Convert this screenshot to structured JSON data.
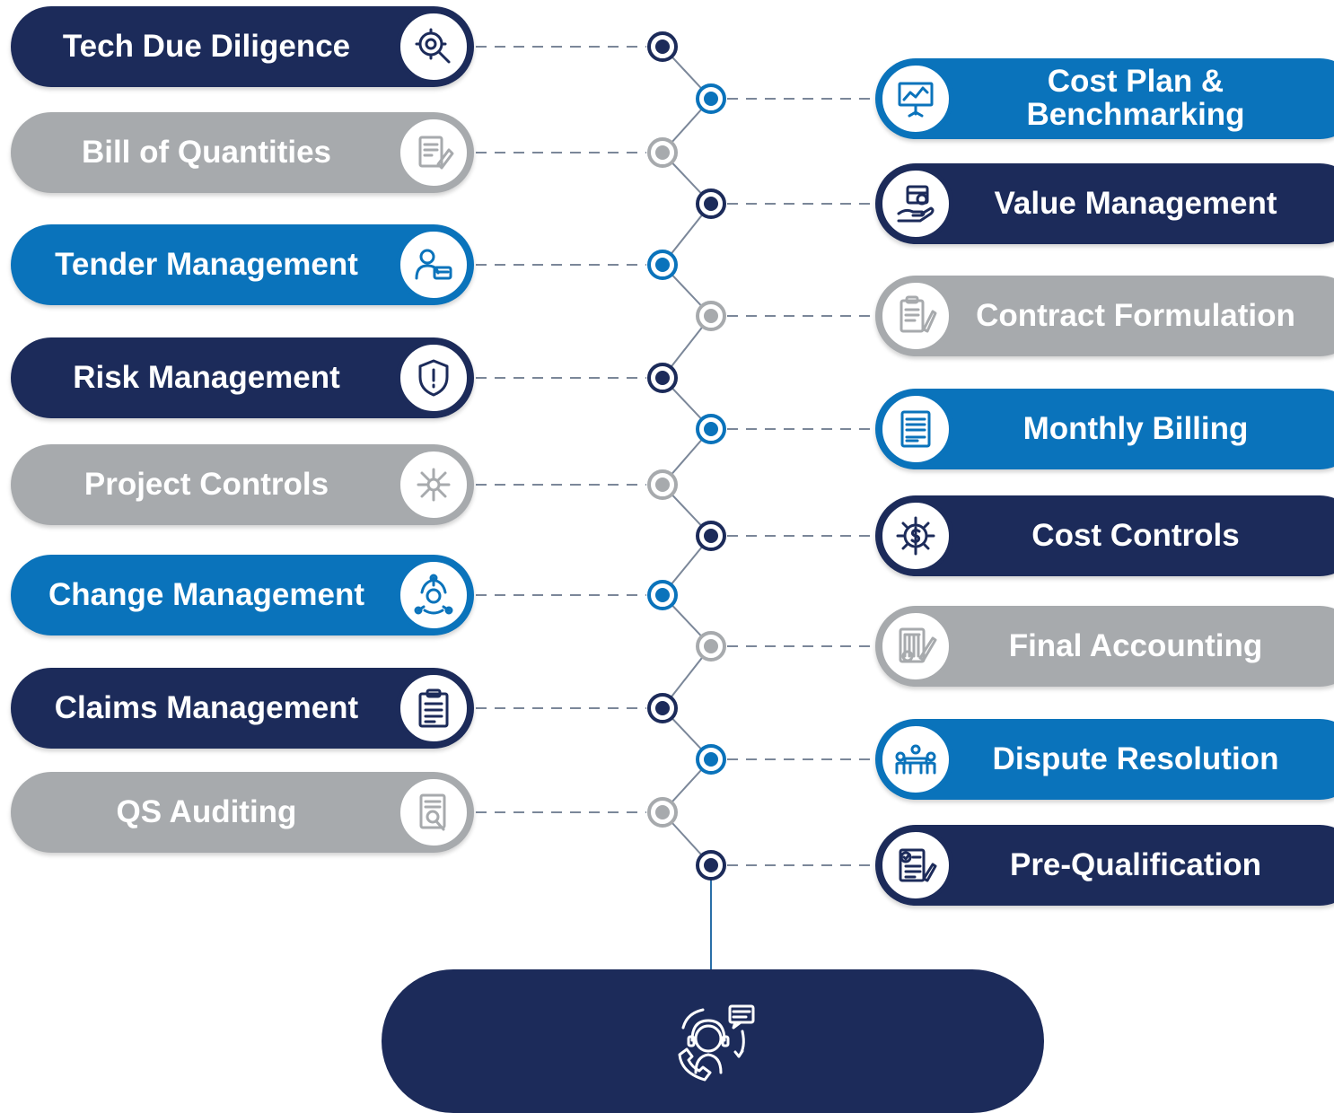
{
  "colors": {
    "navy": "#1c2b5a",
    "blue": "#0a73bb",
    "gray": "#a7aaad",
    "line": "#7b8799"
  },
  "left_items": [
    {
      "label": "Tech Due Diligence",
      "theme": "navy",
      "icon": "search-gear-icon"
    },
    {
      "label": "Bill of Quantities",
      "theme": "gray",
      "icon": "document-pen-icon"
    },
    {
      "label": "Tender Management",
      "theme": "blue",
      "icon": "person-card-icon"
    },
    {
      "label": "Risk Management",
      "theme": "navy",
      "icon": "shield-hand-icon"
    },
    {
      "label": "Project Controls",
      "theme": "gray",
      "icon": "network-hub-icon"
    },
    {
      "label": "Change Management",
      "theme": "blue",
      "icon": "cycle-people-icon"
    },
    {
      "label": "Claims Management",
      "theme": "navy",
      "icon": "clipboard-icon"
    },
    {
      "label": "QS Auditing",
      "theme": "gray",
      "icon": "audit-document-icon"
    }
  ],
  "right_items": [
    {
      "label": "Cost Plan & Benchmarking",
      "theme": "blue",
      "icon": "presentation-chart-icon"
    },
    {
      "label": "Value Management",
      "theme": "navy",
      "icon": "hand-box-icon"
    },
    {
      "label": "Contract Formulation",
      "theme": "gray",
      "icon": "contract-pen-icon"
    },
    {
      "label": "Monthly Billing",
      "theme": "blue",
      "icon": "bill-icon"
    },
    {
      "label": "Cost Controls",
      "theme": "navy",
      "icon": "dollar-gear-icon"
    },
    {
      "label": "Final Accounting",
      "theme": "gray",
      "icon": "ledger-pen-icon"
    },
    {
      "label": "Dispute Resolution",
      "theme": "blue",
      "icon": "meeting-table-icon"
    },
    {
      "label": "Pre-Qualification",
      "theme": "navy",
      "icon": "checklist-pen-icon"
    }
  ],
  "bottom": {
    "icon": "customer-support-icon"
  }
}
